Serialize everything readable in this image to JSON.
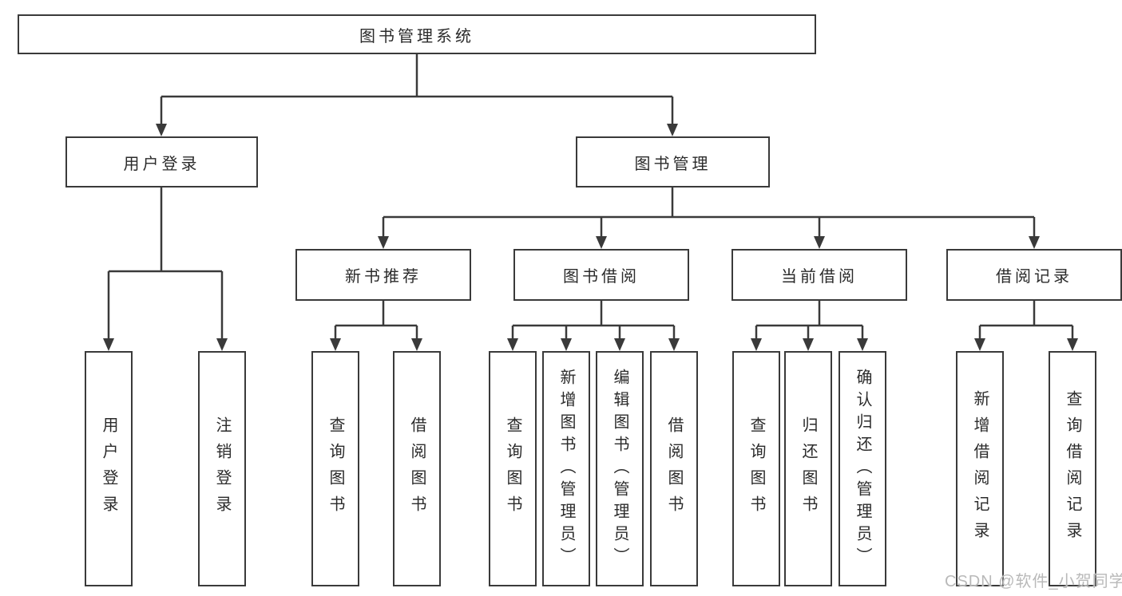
{
  "tree": {
    "root": {
      "label": "图书管理系统",
      "children": [
        {
          "label": "用户登录",
          "children": [
            {
              "label": "用户登录"
            },
            {
              "label": "注销登录"
            }
          ]
        },
        {
          "label": "图书管理",
          "children": [
            {
              "label": "新书推荐",
              "children": [
                {
                  "label": "查询图书"
                },
                {
                  "label": "借阅图书"
                }
              ]
            },
            {
              "label": "图书借阅",
              "children": [
                {
                  "label": "查询图书"
                },
                {
                  "label": "新增图书（管理员）"
                },
                {
                  "label": "编辑图书（管理员）"
                },
                {
                  "label": "借阅图书"
                }
              ]
            },
            {
              "label": "当前借阅",
              "children": [
                {
                  "label": "查询图书"
                },
                {
                  "label": "归还图书"
                },
                {
                  "label": "确认归还（管理员）"
                }
              ]
            },
            {
              "label": "借阅记录",
              "children": [
                {
                  "label": "新增借阅记录"
                },
                {
                  "label": "查询借阅记录"
                }
              ]
            }
          ]
        }
      ]
    }
  },
  "watermark": {
    "text": "CSDN @软件_小贺同学"
  },
  "style": {
    "line_color": "#3a3a3a",
    "box_border_color": "#3a3a3a",
    "box_fill": "#ffffff",
    "text_color": "#2b2b2b",
    "watermark_color": "#b9b9b9",
    "arrow_style": "filled-triangle-down"
  }
}
